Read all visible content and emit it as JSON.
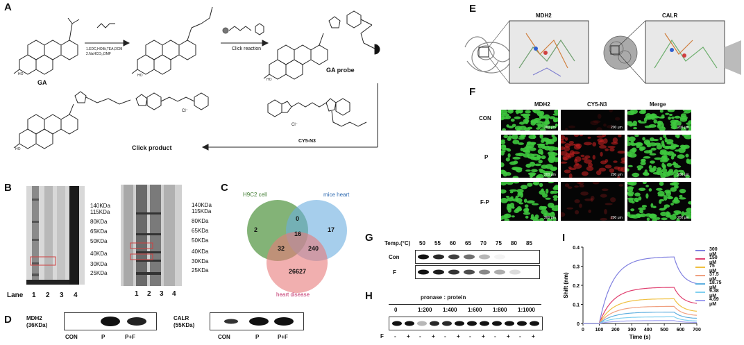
{
  "panels": {
    "a": "A",
    "b": "B",
    "c": "C",
    "d": "D",
    "e": "E",
    "f": "F",
    "g": "G",
    "h": "H",
    "i": "I"
  },
  "panel_a": {
    "ga_label": "GA",
    "reagent_text_1": "1.EDC,HOBt,TEA,DCM",
    "reagent_text_2": "2.NaHCO₃,DMF",
    "click_reaction": "Click reaction",
    "ga_probe": "GA probe",
    "cy5_n3": "CY5-N3",
    "click_product": "Click product",
    "counter_ion": "Cl⁻"
  },
  "panel_b": {
    "lane_title": "Lane",
    "lanes_left": [
      "1",
      "2",
      "3",
      "4"
    ],
    "lanes_right": [
      "1",
      "2",
      "3",
      "4"
    ],
    "markers_left": [
      "140KDa",
      "115KDa",
      "80KDa",
      "65KDa",
      "50KDa",
      "40KDa",
      "30KDa",
      "25KDa"
    ],
    "markers_right": [
      "140KDa",
      "115KDa",
      "80KDa",
      "65KDa",
      "50KDa",
      "40KDa",
      "30KDa",
      "25KDa"
    ]
  },
  "panel_c": {
    "sets": [
      "H9C2 cell",
      "mice heart",
      "heart disease"
    ],
    "counts": {
      "h9_only": "2",
      "mice_only": "17",
      "h9_mice": "0",
      "all": "16",
      "h9_disease": "32",
      "mice_disease": "240",
      "disease_only": "26627"
    },
    "colors": {
      "h9": "#5a9a4a",
      "mice": "#6aaee0",
      "disease": "#e87a7a",
      "h9_text": "#3d7a2e",
      "mice_text": "#2e6ab0",
      "disease_text": "#c0306a"
    }
  },
  "panel_d": {
    "mdh2_label": "MDH2",
    "mdh2_kda": "(36KDa)",
    "calr_label": "CALR",
    "calr_kda": "(55KDa)",
    "lanes_mdh2": [
      "CON",
      "P",
      "P+F"
    ],
    "lanes_calr": [
      "CON",
      "P",
      "P+F"
    ]
  },
  "panel_e": {
    "left_title": "MDH2",
    "right_title": "CALR"
  },
  "panel_f": {
    "columns": [
      "MDH2",
      "CY5-N3",
      "Merge"
    ],
    "rows": [
      "CON",
      "P",
      "F-P"
    ],
    "scale_bar": "200 μm"
  },
  "panel_g": {
    "temp_label": "Temp.(°C)",
    "temps": [
      "50",
      "55",
      "60",
      "65",
      "70",
      "75",
      "80",
      "85"
    ],
    "rows": [
      "Con",
      "F"
    ]
  },
  "panel_h": {
    "title": "pronase : protein",
    "ratios": [
      "0",
      "1:200",
      "1:400",
      "1:600",
      "1:800",
      "1:1000"
    ],
    "f_label": "F",
    "signs": [
      "-",
      "+",
      "-",
      "+",
      "-",
      "+",
      "-",
      "+",
      "-",
      "+",
      "-",
      "+"
    ]
  },
  "chart_data": {
    "type": "line",
    "title": "",
    "xlabel": "Time (s)",
    "ylabel": "Shift (nm)",
    "xlim": [
      0,
      700
    ],
    "ylim": [
      0,
      0.4
    ],
    "xticks": [
      0,
      100,
      200,
      300,
      400,
      500,
      600,
      700
    ],
    "yticks": [
      0,
      0.1,
      0.2,
      0.3,
      0.4
    ],
    "association_start": 100,
    "dissociation_start": 560,
    "series": [
      {
        "name": "300 μM",
        "color": "#8080e0",
        "plateau": 0.35,
        "end": 0.2
      },
      {
        "name": "150 μM",
        "color": "#e04070",
        "plateau": 0.19,
        "end": 0.1
      },
      {
        "name": "75 μM",
        "color": "#f0c040",
        "plateau": 0.13,
        "end": 0.06
      },
      {
        "name": "37.5 μM",
        "color": "#f0a080",
        "plateau": 0.09,
        "end": 0.04
      },
      {
        "name": "18.75 μM",
        "color": "#60b0e0",
        "plateau": 0.06,
        "end": 0.025
      },
      {
        "name": "9.38 μM",
        "color": "#80d0f0",
        "plateau": 0.035,
        "end": 0.012
      },
      {
        "name": "4.69 μM",
        "color": "#a0a0f0",
        "plateau": 0.015,
        "end": 0.005
      }
    ]
  }
}
